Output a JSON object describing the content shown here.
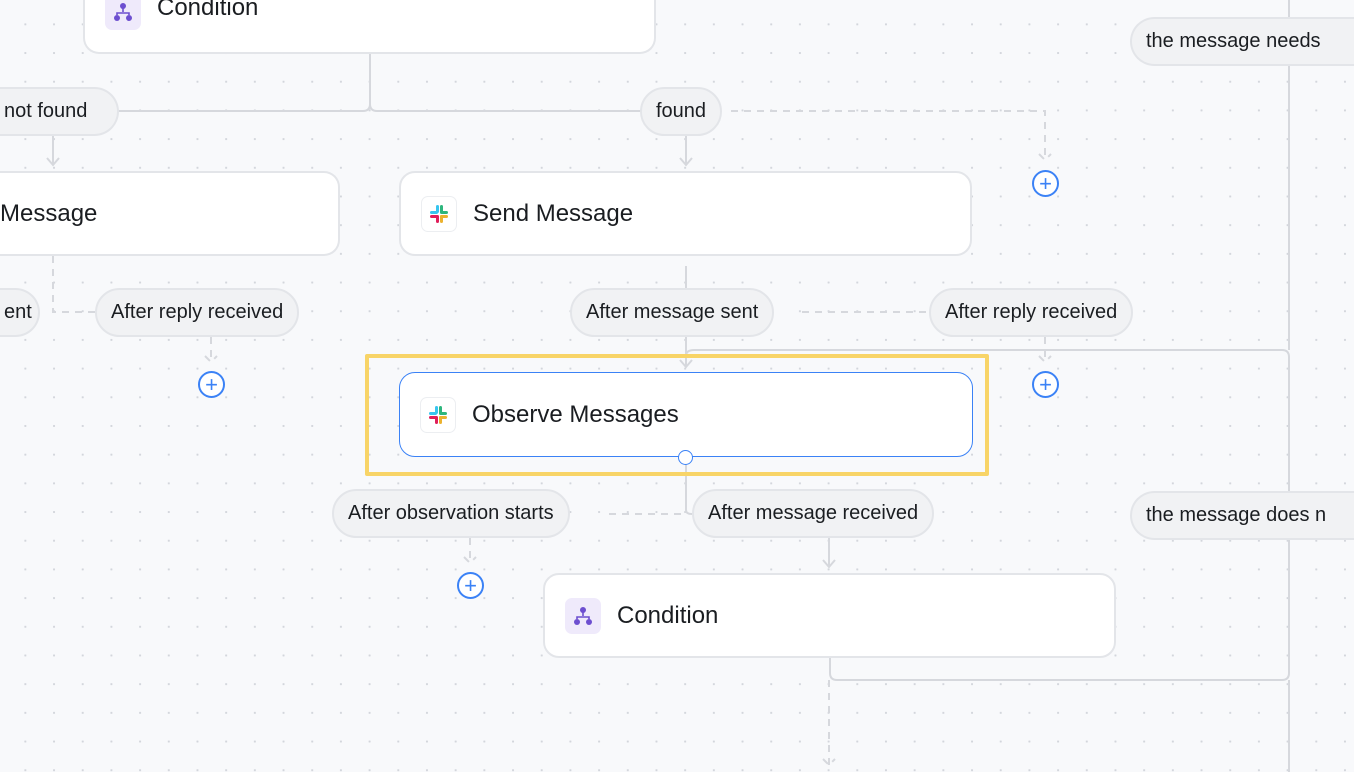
{
  "nodes": {
    "condition_top": "Condition",
    "message_left": "Message",
    "send_message": "Send Message",
    "observe_messages": "Observe Messages",
    "condition_bottom": "Condition"
  },
  "branches": {
    "not_found": "not found",
    "found": "found",
    "sent_left": "ent",
    "reply_left": "After reply received",
    "message_sent": "After message sent",
    "reply_right": "After reply received",
    "observation_starts": "After observation starts",
    "message_received": "After message received",
    "message_needs": "the message needs",
    "message_does_not": "the message does n"
  },
  "add_label": "+",
  "colors": {
    "accent": "#3b82f6",
    "highlight": "#f8d467",
    "condition_icon": "#6d4fd0"
  }
}
